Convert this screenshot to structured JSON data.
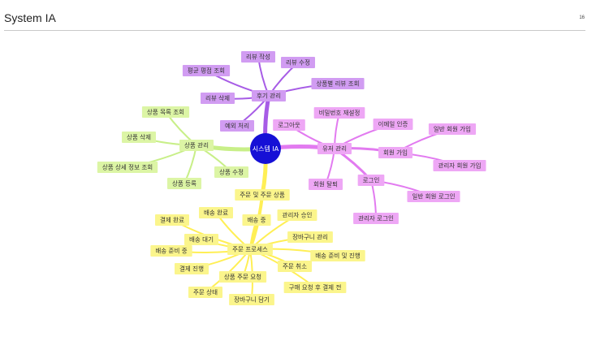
{
  "page": {
    "title": "System IA",
    "page_number": "16"
  },
  "colors": {
    "center_fill": "#1610d6",
    "review_line": "#a75ce6",
    "review_fill": "#d19cf2",
    "user_line": "#e27bf0",
    "user_fill": "#eea7f5",
    "product_line": "#c8ef88",
    "product_fill": "#dcf5a5",
    "order_line": "#ffef55",
    "order_fill": "#fbf58c"
  },
  "mindmap": {
    "center": "시스템 IA",
    "branches": [
      {
        "key": "review",
        "label": "후기 관리",
        "children": [
          "평균 평점 조회",
          "리뷰 작성",
          "리뷰 수정",
          "상품별 리뷰 조회",
          "리뷰 삭제",
          "예외 처리"
        ]
      },
      {
        "key": "user",
        "label": "유저 관리",
        "children": [
          "로그아웃",
          "비밀번호 재설정",
          "이메일 인증",
          "회원 탈퇴"
        ],
        "sub_branches": [
          {
            "label": "회원 가입",
            "children": [
              "일반 회원 가입",
              "관리자 회원 가입"
            ]
          },
          {
            "label": "로그인",
            "children": [
              "일반 회원 로그인",
              "관리자 로그인"
            ]
          }
        ]
      },
      {
        "key": "product",
        "label": "상품 관리",
        "children": [
          "상품 목록 조회",
          "상품 삭제",
          "상품 상세 정보 조회",
          "상품 등록",
          "상품 수정"
        ]
      },
      {
        "key": "order",
        "label": "주문 및 주문 상품",
        "sub_label": "주문 프로세스",
        "children": [
          "결제 완료",
          "배송 완료",
          "배송 중",
          "관리자 승인",
          "배송 대기",
          "장바구니 관리",
          "배송 준비 중",
          "배송 준비 및 진행",
          "결제 진행",
          "주문 취소",
          "상품 주문 요청",
          "주문 상태",
          "구매 요청 후 결제 전",
          "장바구니 담기"
        ]
      }
    ]
  }
}
